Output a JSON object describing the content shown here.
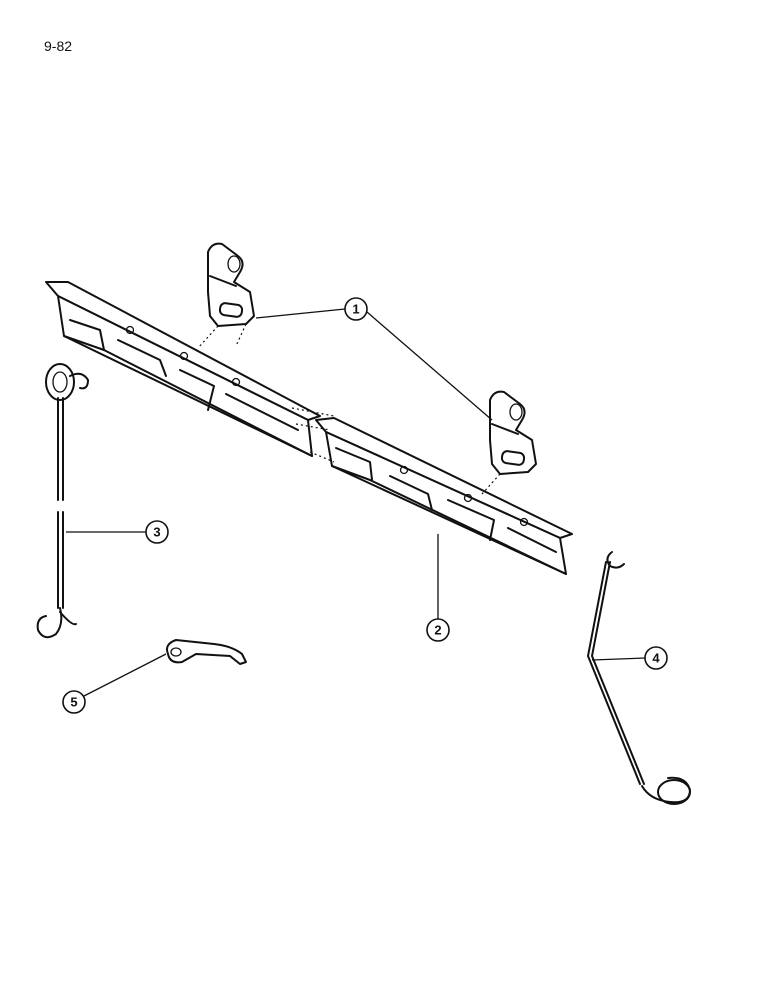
{
  "page_number": "9-82",
  "callouts": [
    {
      "id": "1",
      "label": "1"
    },
    {
      "id": "2",
      "label": "2"
    },
    {
      "id": "3",
      "label": "3"
    },
    {
      "id": "4",
      "label": "4"
    },
    {
      "id": "5",
      "label": "5"
    }
  ]
}
